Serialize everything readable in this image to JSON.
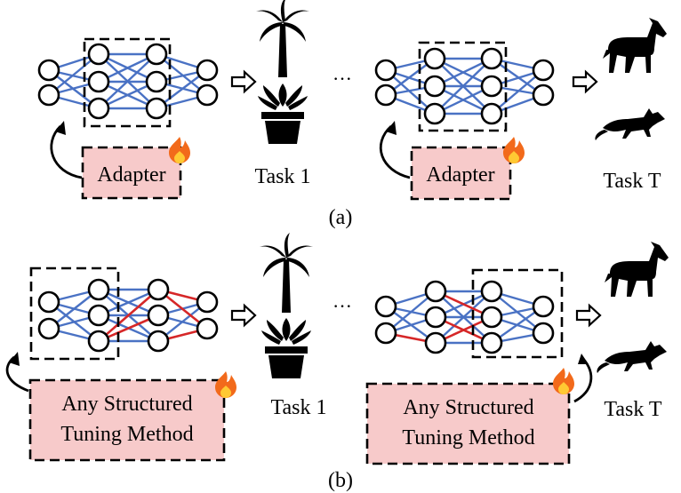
{
  "panel_a": {
    "caption": "(a)",
    "adapter_label": "Adapter",
    "task1_label": "Task 1",
    "taskT_label": "Task T",
    "ellipsis": "···"
  },
  "panel_b": {
    "caption": "(b)",
    "method_line1": "Any Structured",
    "method_line2": "Tuning Method",
    "task1_label": "Task 1",
    "taskT_label": "Task T",
    "ellipsis": "···"
  },
  "colors": {
    "edge_blue": "#4a72c4",
    "edge_red": "#d62728",
    "box_fill": "#f7caca",
    "node_stroke": "#000000"
  },
  "icons": [
    "palm-tree-icon",
    "potted-plant-icon",
    "horse-icon",
    "fox-icon",
    "fire-icon"
  ]
}
